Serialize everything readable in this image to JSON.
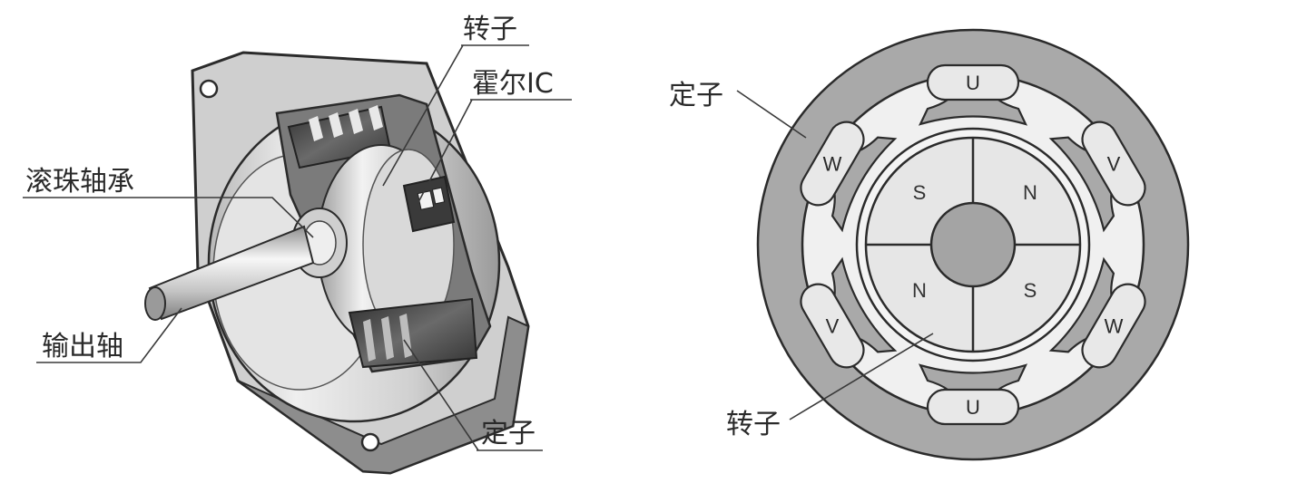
{
  "left_labels": {
    "rotor": "转子",
    "hall_ic": "霍尔IC",
    "ball_bearing": "滚珠轴承",
    "output_shaft": "输出轴",
    "stator": "定子"
  },
  "right_labels": {
    "stator": "定子",
    "rotor": "转子"
  },
  "coils": {
    "u_top": "U",
    "v_top_right": "V",
    "w_bottom_right": "W",
    "u_bottom": "U",
    "v_bottom_left": "V",
    "w_top_left": "W"
  },
  "magnet_poles": {
    "upper_left": "S",
    "upper_right": "N",
    "lower_left": "N",
    "lower_right": "S"
  },
  "colors": {
    "stator_ring": "#a9a9a9",
    "stator_inner": "#f0f0f0",
    "rotor_magnet": "#e6e6e6",
    "rotor_hub": "#a4a4a4",
    "coil": "#e8e8e8",
    "outline": "#2b2b2b"
  }
}
